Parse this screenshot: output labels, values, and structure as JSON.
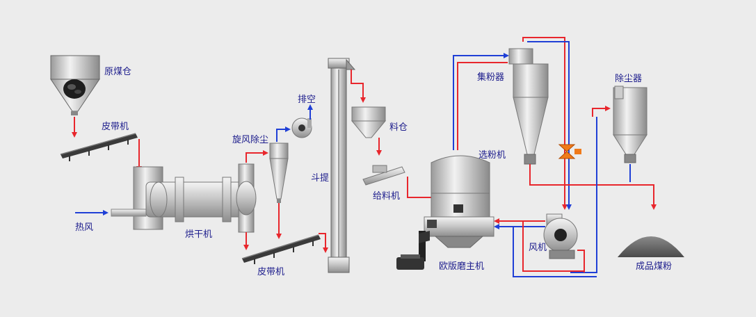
{
  "labels": {
    "raw_coal_bin": "原煤仓",
    "belt_conveyor_1": "皮带机",
    "hot_air": "热风",
    "dryer": "烘干机",
    "cyclone_dust": "旋风除尘",
    "exhaust": "排空",
    "belt_conveyor_2": "皮带机",
    "bucket_elevator": "斗提",
    "material_bin": "料仓",
    "feeder": "给料机",
    "classifier": "选粉机",
    "powder_collector": "集粉器",
    "dust_collector": "除尘器",
    "main_mill": "欧版磨主机",
    "fan": "风机",
    "product": "成品煤粉"
  },
  "colors": {
    "background": "#ececec",
    "material_flow": "#e8262c",
    "air_flow": "#1f3fd6",
    "label": "#1c1c8c",
    "valve": "#f07a1a"
  }
}
